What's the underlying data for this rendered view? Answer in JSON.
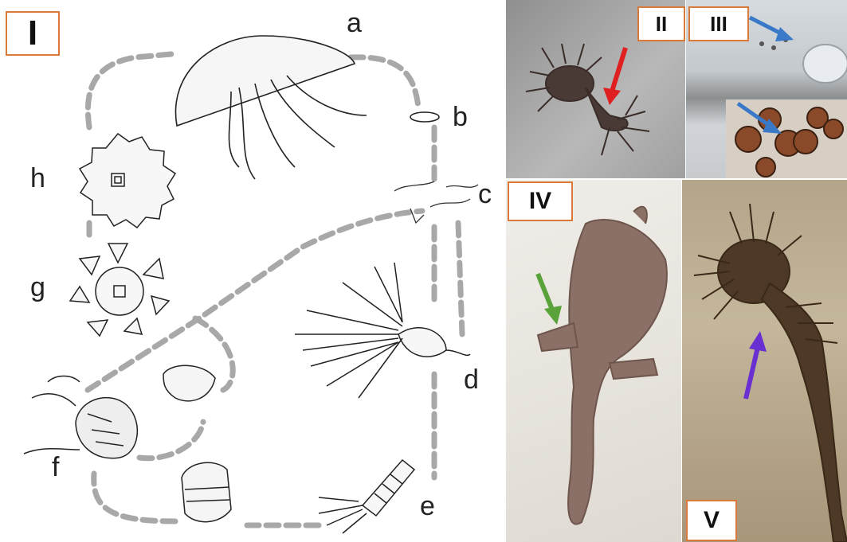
{
  "panels": {
    "p1": "I",
    "p2": "II",
    "p3": "III",
    "p4": "IV",
    "p5": "V"
  },
  "stages": {
    "a": "a",
    "b": "b",
    "c": "c",
    "d": "d",
    "e": "e",
    "f": "f",
    "g": "g",
    "h": "h"
  },
  "colors": {
    "label_border": "#d97a3a",
    "arrow_red": "#e02020",
    "arrow_blue": "#3a78c8",
    "arrow_green": "#5aa23a",
    "arrow_purple": "#6a2fd0"
  }
}
